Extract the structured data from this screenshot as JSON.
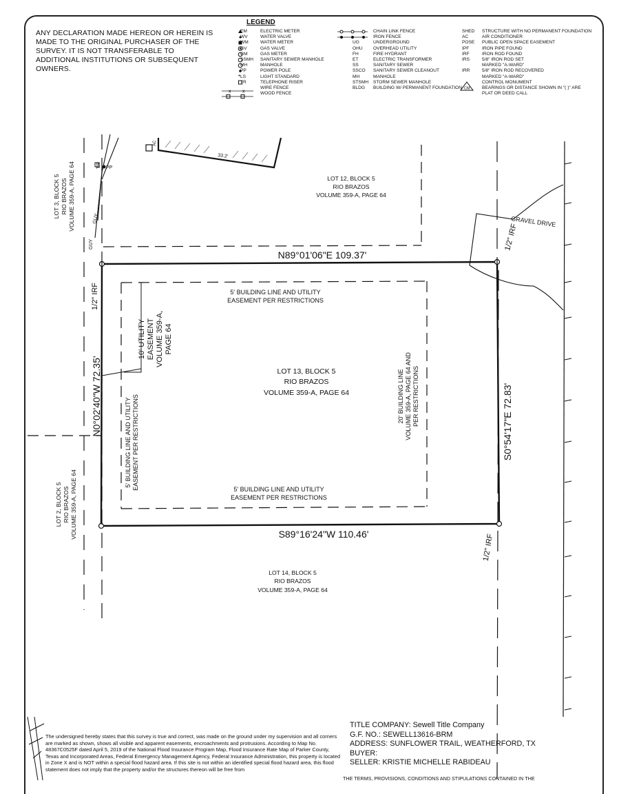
{
  "disclaimer": "ANY DECLARATION MADE HEREON OR HEREIN IS MADE TO THE ORIGINAL PURCHASER OF THE SURVEY. IT IS NOT TRANSFERABLE TO ADDITIONAL INSTITUTIONS OR SUBSEQUENT OWNERS.",
  "legend": {
    "title": "LEGEND",
    "col1": [
      {
        "symbol": "triangle",
        "code": "EM",
        "desc": "ELECTRIC METER"
      },
      {
        "symbol": "dot-small",
        "code": "WV",
        "desc": "WATER VALVE"
      },
      {
        "symbol": "square-filled",
        "code": "WM",
        "desc": "WATER METER"
      },
      {
        "symbol": "circle-dot",
        "code": "GV",
        "desc": "GAS VALVE"
      },
      {
        "symbol": "circle",
        "code": "GM",
        "desc": "GAS METER"
      },
      {
        "symbol": "circle",
        "code": "SSMH",
        "desc": "SANITARY SEWER MANHOLE"
      },
      {
        "symbol": "circle",
        "code": "MH",
        "desc": "MANHOLE"
      },
      {
        "symbol": "dot",
        "code": "PP",
        "desc": "POWER POLE"
      },
      {
        "symbol": "star",
        "code": "LS",
        "desc": "LIGHT STANDARD"
      },
      {
        "symbol": "square",
        "code": "TR",
        "desc": "TELEPHONE RISER"
      },
      {
        "symbol": "wire-line",
        "code": "",
        "desc": "WIRE FENCE"
      },
      {
        "symbol": "wood-line",
        "code": "",
        "desc": "WOOD FENCE"
      }
    ],
    "col2": [
      {
        "symbol": "chain-line",
        "code": "",
        "desc": "CHAIN LINK FENCE"
      },
      {
        "symbol": "iron-line",
        "code": "",
        "desc": "IRON FENCE"
      },
      {
        "symbol": "",
        "code": "UG",
        "desc": "UNDERGROUND"
      },
      {
        "symbol": "",
        "code": "OHU",
        "desc": "OVERHEAD UTILITY"
      },
      {
        "symbol": "",
        "code": "FH",
        "desc": "FIRE HYDRANT"
      },
      {
        "symbol": "",
        "code": "ET",
        "desc": "ELECTRIC TRANSFORMER"
      },
      {
        "symbol": "",
        "code": "SS",
        "desc": "SANITARY SEWER"
      },
      {
        "symbol": "",
        "code": "SSCO",
        "desc": "SANITARY SEWER CLEANOUT"
      },
      {
        "symbol": "",
        "code": "MH",
        "desc": "MANHOLE"
      },
      {
        "symbol": "",
        "code": "STSMH",
        "desc": "STORM SEWER MANHOLE"
      },
      {
        "symbol": "",
        "code": "BLDG",
        "desc": "BUILDING W/ PERMANENT FOUNDATION"
      }
    ],
    "col3": [
      {
        "code": "SHED",
        "desc": "STRUCTURE WITH NO PERMANENT FOUNDATION"
      },
      {
        "code": "AC",
        "desc": "AIR CONDITIONER"
      },
      {
        "code": "POSE",
        "desc": "PUBLIC OPEN SPACE EASEMENT"
      },
      {
        "code": "IPF",
        "desc": "IRON PIPE FOUND"
      },
      {
        "code": "IRF",
        "desc": "IRON ROD FOUND"
      },
      {
        "code": "IRS",
        "desc": "5/8\" IRON ROD SET"
      },
      {
        "code": "",
        "desc": "MARKED \"A-WARD\""
      },
      {
        "code": "IRR",
        "desc": "5/8\" IRON ROD RECOVERED"
      },
      {
        "code": "",
        "desc": "MARKED \"A-WARD\""
      },
      {
        "code": "CM",
        "desc": "CONTROL MONUMENT"
      },
      {
        "code": "",
        "desc": "BEARINGS OR DISTANCE SHOWN IN \"( )\" ARE"
      },
      {
        "code": "",
        "desc": "PLAT OR DEED CALL"
      }
    ]
  },
  "plat": {
    "lot13": [
      "LOT 13, BLOCK 5",
      "RIO BRAZOS",
      "VOLUME 359-A, PAGE 64"
    ],
    "lot12": [
      "LOT 12, BLOCK 5",
      "RIO BRAZOS",
      "VOLUME 359-A, PAGE 64"
    ],
    "lot14": [
      "LOT 14, BLOCK 5",
      "RIO BRAZOS",
      "VOLUME 359-A, PAGE 64"
    ],
    "lot3": [
      "LOT 3, BLOCK 5",
      "RIO BRAZOS",
      "VOLUME 359-A, PAGE 64"
    ],
    "lot2": [
      "LOT 2, BLOCK 5",
      "RIO BRAZOS",
      "VOLUME 359-A, PAGE 64"
    ],
    "north_call": "N89°01'06\"E  109.37'",
    "south_call": "S89°16'24\"W  110.46'",
    "west_call": "N0°02'40\"W  72.35'",
    "east_call": "S0°54'17\"E  72.83'",
    "bl_top": [
      "5' BUILDING LINE AND UTILITY",
      "EASEMENT PER RESTRICTIONS"
    ],
    "bl_bottom": [
      "5' BUILDING LINE AND UTILITY",
      "EASEMENT  PER RESTRICTIONS"
    ],
    "bl_left": [
      "5' BUILDING LINE AND UTILITY",
      "EASEMENT PER RESTRICTIONS"
    ],
    "bl_right": [
      "20' BUILDING LINE",
      "VOLUME 359-A, PAGE 64 AND",
      "PER RESTRICTIONS"
    ],
    "utility_easement": [
      "10' UTILITY",
      "EASEMENT",
      "VOLUME 359-A,",
      "PAGE 64"
    ],
    "irf": "1/2\" IRF",
    "gravel_drive": "GRAVEL DRIVE",
    "guy": "GUY",
    "tr": "TR",
    "pp": "PP",
    "ac": "AC",
    "building_dim": "33.2'"
  },
  "certification": "The undersigned hereby states that this survey is true and correct, was made on the ground under my supervision and all corners are marked as shown, shows all visible and apparent easements, encroachments and protrusions.  According to Map No.  48367C0525F  dated April 5, 2019                    of the National Flood Insurance Program Map, Flood Insurance Rate Map of Parker County, Texas and Incorporated Areas, Federal Emergency Management Agency, Federal Insurance Administration, this property is located in Zone X    and is NOT   within a special flood hazard area.  If this site is not within an identified special flood hazard area, this flood statement does not imply that the property and/or the structures thereon will be free from",
  "title_block": {
    "title_company": "TITLE COMPANY:   Sewell Title Company",
    "gf_no": "G.F. NO.:   SEWELL13616-BRM",
    "address": "ADDRESS: SUNFLOWER TRAIL, WEATHERFORD, TX",
    "buyer": "BUYER:",
    "seller": "SELLER:  KRISTIE MICHELLE RABIDEAU"
  },
  "terms": "THE TERMS, PROVISIONS, CONDITIONS AND STIPULATIONS CONTAINED IN THE"
}
